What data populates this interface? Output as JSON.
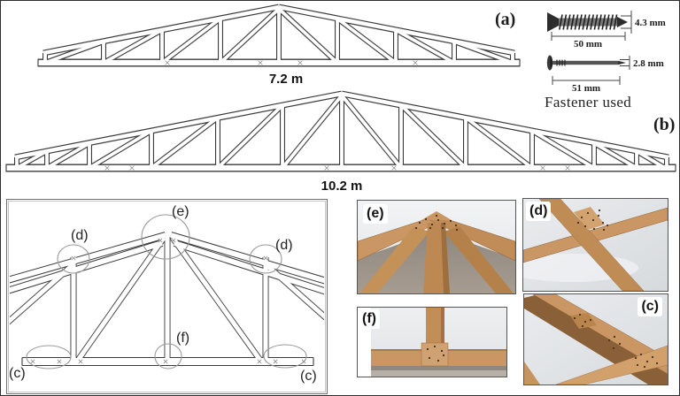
{
  "figure": {
    "trusses": {
      "a": {
        "label": "(a)",
        "span": "7.2 m"
      },
      "b": {
        "label": "(b)",
        "span": "10.2 m"
      }
    },
    "fasteners": {
      "title": "Fastener used",
      "screw": {
        "diameter": "4.3 mm",
        "length": "50 mm"
      },
      "nail": {
        "diameter": "2.8 mm",
        "length": "51 mm"
      }
    },
    "detail": {
      "apex": "(e)",
      "left_top_joint": "(d)",
      "right_top_joint": "(d)",
      "bottom_center_joint": "(f)",
      "left_heel_joint": "(c)",
      "right_heel_joint": "(c)"
    },
    "photos": {
      "apex": {
        "label": "(e)"
      },
      "top_chord": {
        "label": "(d)"
      },
      "bottom_center": {
        "label": "(f)"
      },
      "heel": {
        "label": "(c)"
      }
    },
    "colors": {
      "line": "#3a3a3a",
      "wood": "#ca9764",
      "wood_dark": "#9a6b3a",
      "photo_bg_light": "#edeff1",
      "photo_bg_mid": "#d9dcdf"
    }
  }
}
